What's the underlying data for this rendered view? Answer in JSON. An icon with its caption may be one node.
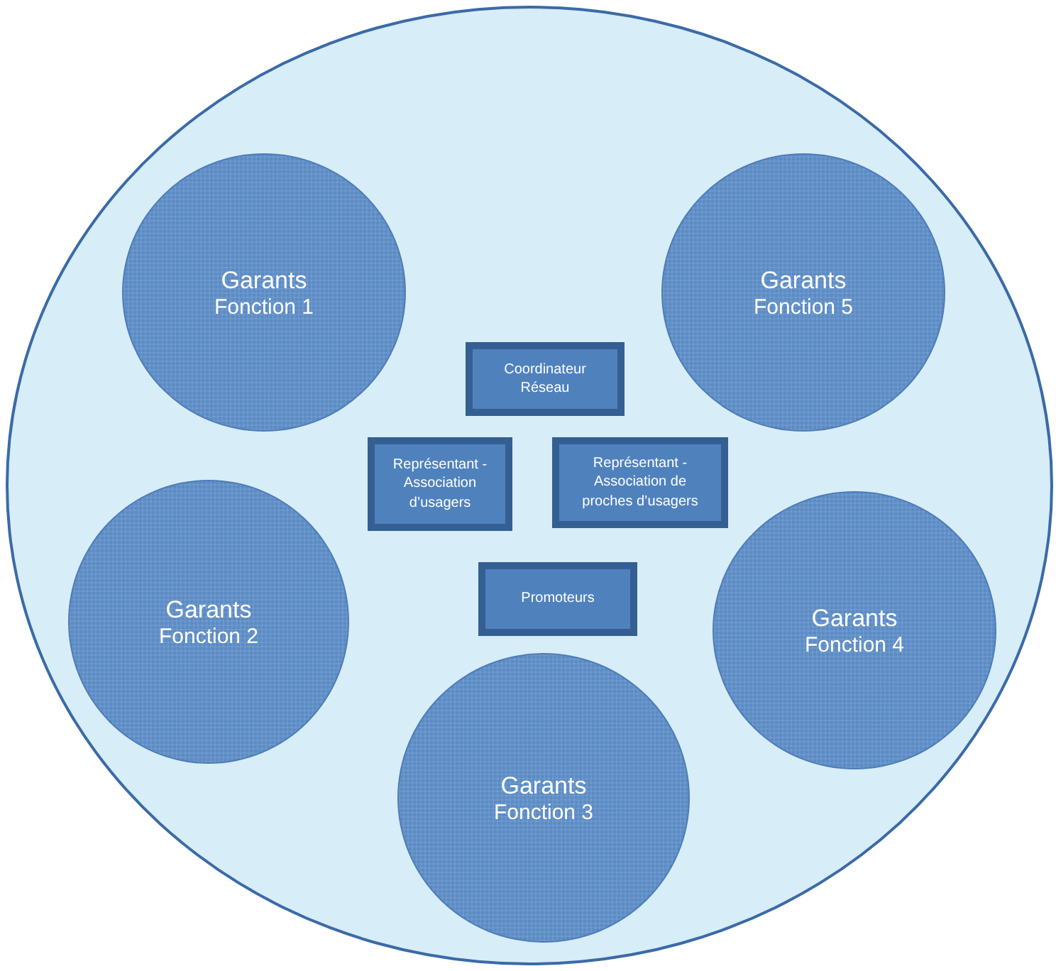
{
  "diagram": {
    "nodes": [
      {
        "text": [],
        "shape": "circle"
      },
      {
        "text": [
          "Garants",
          "Fonction 1"
        ],
        "in": 0
      },
      {
        "text": [
          "Garants",
          "Fonction 5"
        ],
        "in": 0
      },
      {
        "text": [
          "Coordinateur Réseau"
        ],
        "in": 0
      },
      {
        "text": [
          "Représentant - Association d’usagers"
        ],
        "in": 0
      },
      {
        "text": [
          "Représentant - Association de proches d’usagers"
        ],
        "in": 0
      },
      {
        "text": [
          "Promoteurs"
        ],
        "in": 0
      },
      {
        "text": [
          "Garants",
          "Fonction 2"
        ],
        "in": 0
      },
      {
        "text": [
          "Garants",
          "Fonction 4"
        ],
        "in": 0
      },
      {
        "text": [
          "Garants",
          "Fonction 3"
        ],
        "in": 0
      }
    ]
  }
}
